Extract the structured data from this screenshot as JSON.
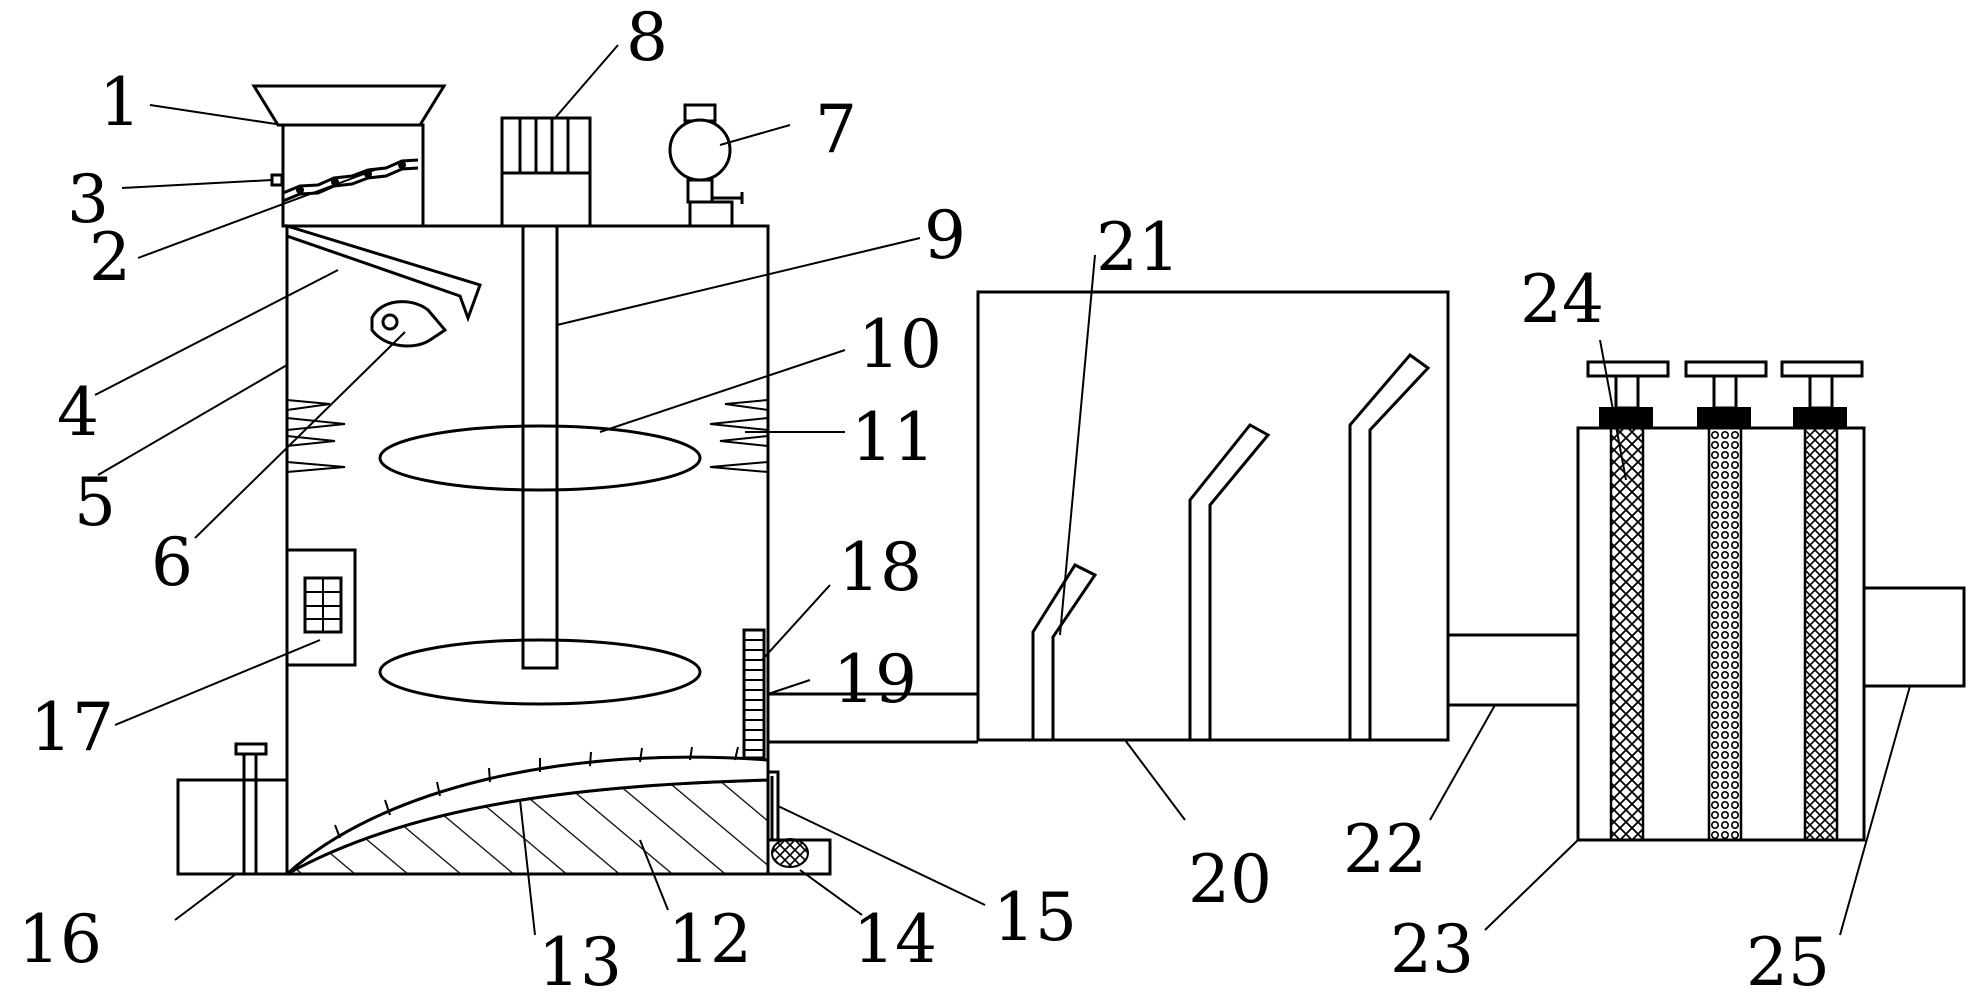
{
  "diagram": {
    "callouts": [
      {
        "id": "1",
        "text": "1"
      },
      {
        "id": "2",
        "text": "2"
      },
      {
        "id": "3",
        "text": "3"
      },
      {
        "id": "4",
        "text": "4"
      },
      {
        "id": "5",
        "text": "5"
      },
      {
        "id": "6",
        "text": "6"
      },
      {
        "id": "7",
        "text": "7"
      },
      {
        "id": "8",
        "text": "8"
      },
      {
        "id": "9",
        "text": "9"
      },
      {
        "id": "10",
        "text": "10"
      },
      {
        "id": "11",
        "text": "11"
      },
      {
        "id": "12",
        "text": "12"
      },
      {
        "id": "13",
        "text": "13"
      },
      {
        "id": "14",
        "text": "14"
      },
      {
        "id": "15",
        "text": "15"
      },
      {
        "id": "16",
        "text": "16"
      },
      {
        "id": "17",
        "text": "17"
      },
      {
        "id": "18",
        "text": "18"
      },
      {
        "id": "19",
        "text": "19"
      },
      {
        "id": "20",
        "text": "20"
      },
      {
        "id": "21",
        "text": "21"
      },
      {
        "id": "22",
        "text": "22"
      },
      {
        "id": "23",
        "text": "23"
      },
      {
        "id": "24",
        "text": "24"
      },
      {
        "id": "25",
        "text": "25"
      }
    ],
    "colors": {
      "line": "#000000",
      "background": "#ffffff"
    }
  }
}
